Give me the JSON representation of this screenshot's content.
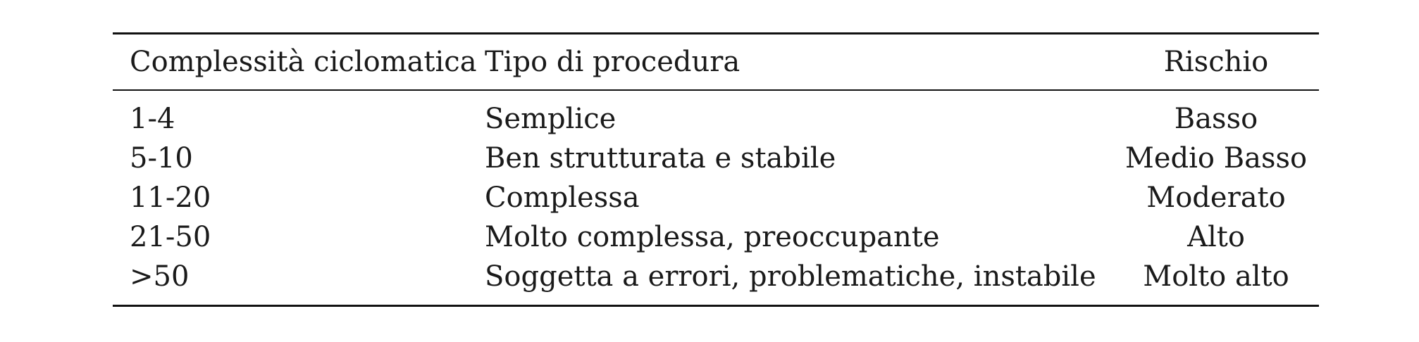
{
  "table": {
    "headers": {
      "complexity": "Complessità ciclomatica",
      "procedure": "Tipo di procedura",
      "risk": "Rischio"
    },
    "rows": [
      {
        "complexity": "1-4",
        "procedure": "Semplice",
        "risk": "Basso"
      },
      {
        "complexity": "5-10",
        "procedure": "Ben strutturata e stabile",
        "risk": "Medio Basso"
      },
      {
        "complexity": "11-20",
        "procedure": "Complessa",
        "risk": "Moderato"
      },
      {
        "complexity": "21-50",
        "procedure": "Molto complessa, preoccupante",
        "risk": "Alto"
      },
      {
        "complexity": ">50",
        "procedure": "Soggetta a errori, problematiche, instabile",
        "risk": "Molto alto"
      }
    ]
  }
}
